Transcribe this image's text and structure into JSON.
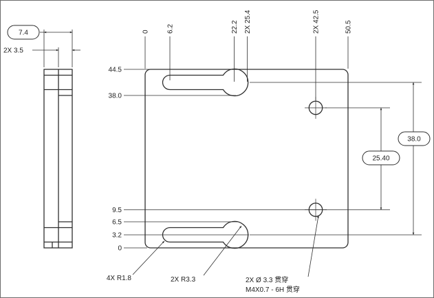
{
  "drawing": {
    "background": "#ffffff",
    "line_color": "#2e2e2e",
    "text_color": "#1d1d1d"
  },
  "dims": {
    "side_thickness": "7.4",
    "side_step": "2X 3.5",
    "top_ordinates": [
      "0",
      "6.2",
      "22.2",
      "2X 25.4",
      "2X 42.5",
      "50.5"
    ],
    "left_ordinates": [
      "44.5",
      "38.0",
      "9.5",
      "6.5",
      "3.2",
      "0"
    ],
    "slot_center_spacing": "38.0",
    "hole_center_spacing": "25.40"
  },
  "callouts": {
    "slot_small_radius": "4X R1.8",
    "slot_large_radius": "2X R3.3",
    "hole_note_line1": "2X Ø 3.3 贯穿",
    "hole_note_line2": "M4X0.7 - 6H 贯穿"
  }
}
